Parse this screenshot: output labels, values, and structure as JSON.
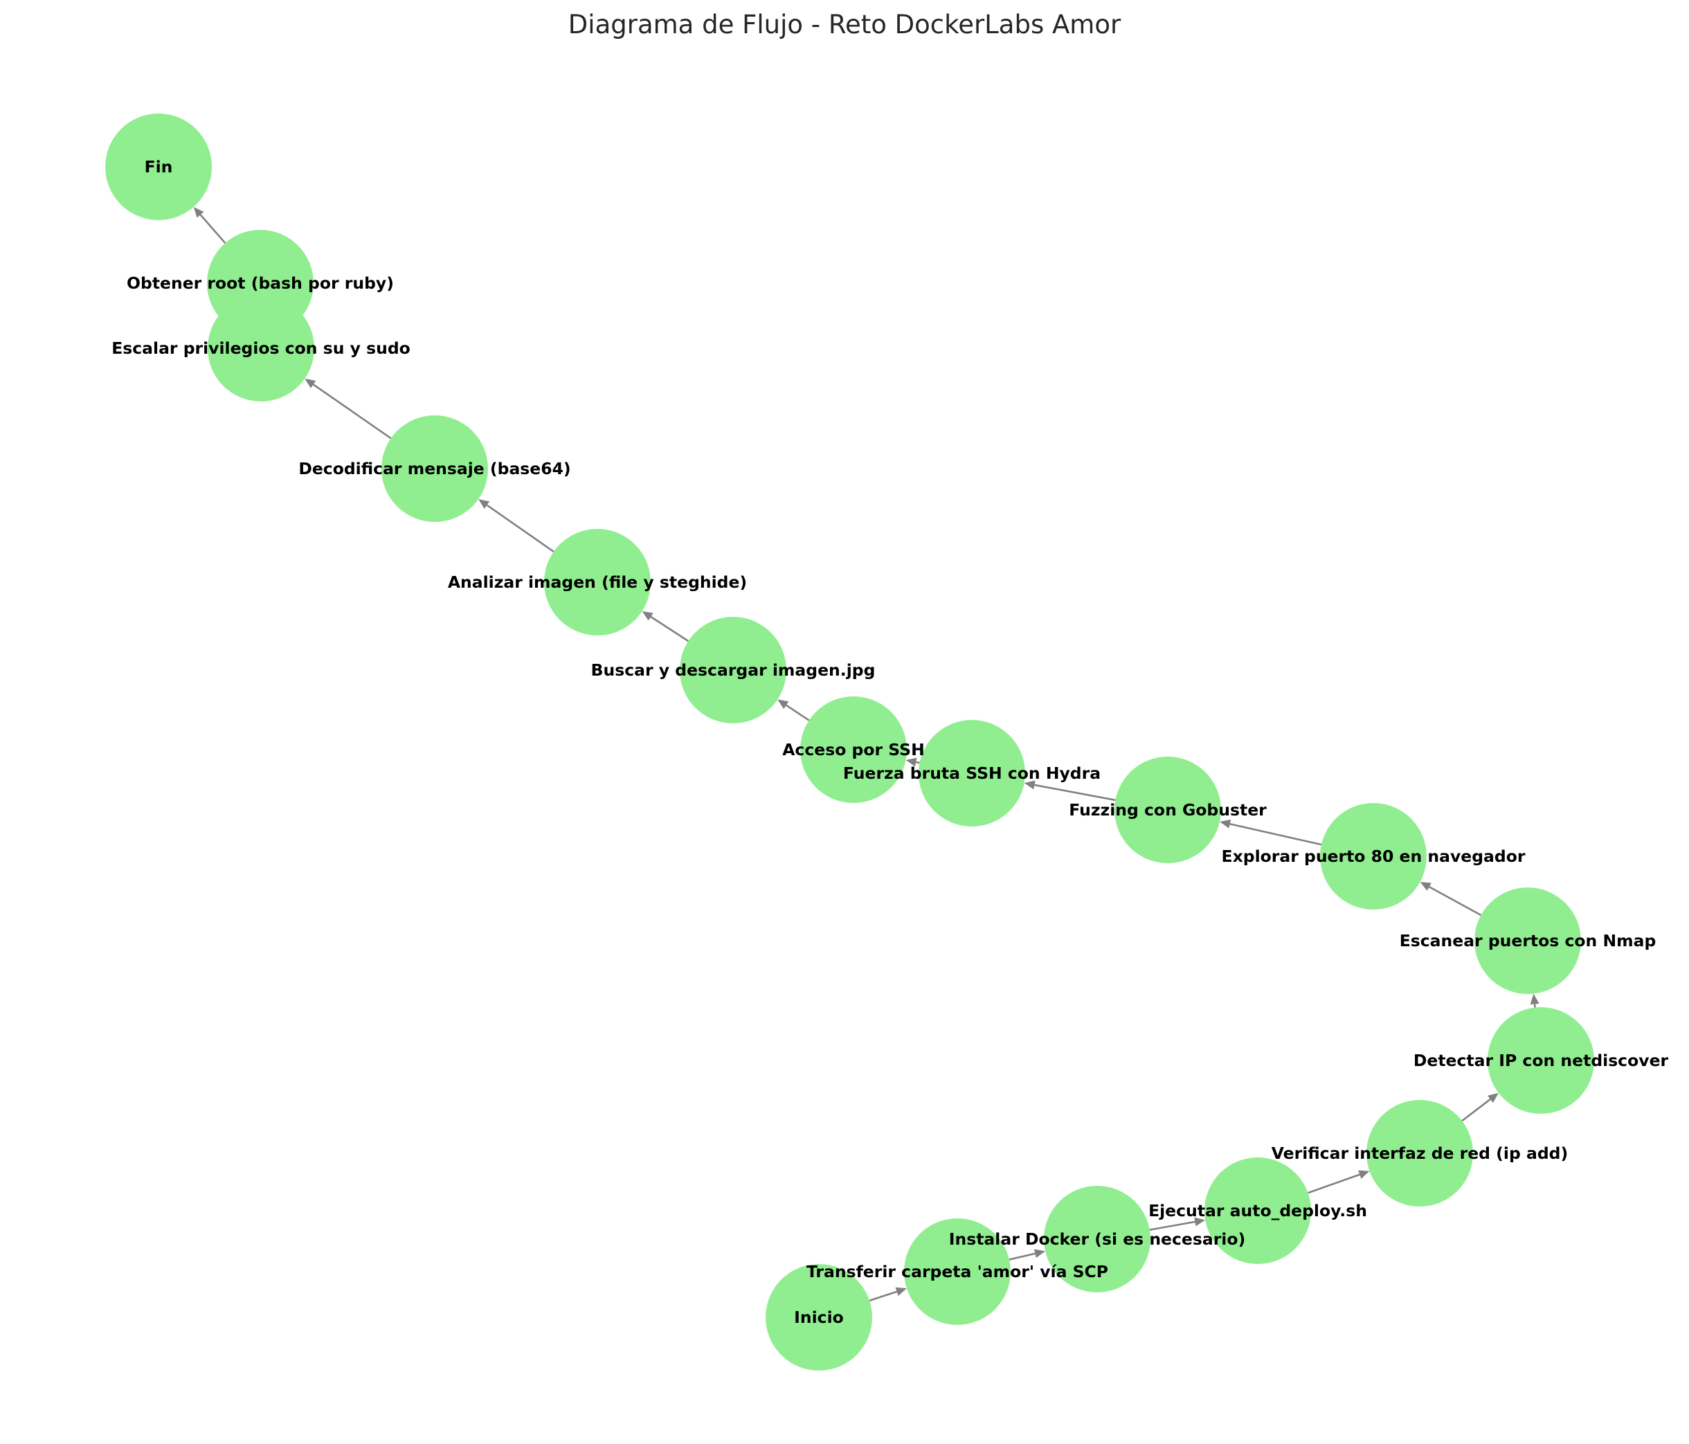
{
  "title": "Diagrama de Flujo - Reto DockerLabs Amor",
  "colors": {
    "node_fill": "#90ee90",
    "edge": "#808080",
    "label": "#000000",
    "title": "#262626"
  },
  "nodes": [
    {
      "id": "inicio",
      "label": "Inicio"
    },
    {
      "id": "scp",
      "label": "Transferir carpeta 'amor' vía SCP"
    },
    {
      "id": "docker",
      "label": "Instalar Docker (si es necesario)"
    },
    {
      "id": "deploy",
      "label": "Ejecutar auto_deploy.sh"
    },
    {
      "id": "ipadd",
      "label": "Verificar interfaz de red (ip add)"
    },
    {
      "id": "netdiscover",
      "label": "Detectar IP con netdiscover"
    },
    {
      "id": "nmap",
      "label": "Escanear puertos con Nmap"
    },
    {
      "id": "port80",
      "label": "Explorar puerto 80 en navegador"
    },
    {
      "id": "gobuster",
      "label": "Fuzzing con Gobuster"
    },
    {
      "id": "hydra",
      "label": "Fuerza bruta SSH con Hydra"
    },
    {
      "id": "ssh",
      "label": "Acceso por SSH"
    },
    {
      "id": "imagen",
      "label": "Buscar y descargar imagen.jpg"
    },
    {
      "id": "steghide",
      "label": "Analizar imagen (file y steghide)"
    },
    {
      "id": "base64",
      "label": "Decodificar mensaje (base64)"
    },
    {
      "id": "sudo",
      "label": "Escalar privilegios con su y sudo"
    },
    {
      "id": "root",
      "label": "Obtener root (bash por ruby)"
    },
    {
      "id": "fin",
      "label": "Fin"
    }
  ],
  "edges": [
    [
      "inicio",
      "scp"
    ],
    [
      "scp",
      "docker"
    ],
    [
      "docker",
      "deploy"
    ],
    [
      "deploy",
      "ipadd"
    ],
    [
      "ipadd",
      "netdiscover"
    ],
    [
      "netdiscover",
      "nmap"
    ],
    [
      "nmap",
      "port80"
    ],
    [
      "port80",
      "gobuster"
    ],
    [
      "gobuster",
      "hydra"
    ],
    [
      "hydra",
      "ssh"
    ],
    [
      "ssh",
      "imagen"
    ],
    [
      "imagen",
      "steghide"
    ],
    [
      "steghide",
      "base64"
    ],
    [
      "base64",
      "sudo"
    ],
    [
      "sudo",
      "root"
    ],
    [
      "root",
      "fin"
    ]
  ]
}
